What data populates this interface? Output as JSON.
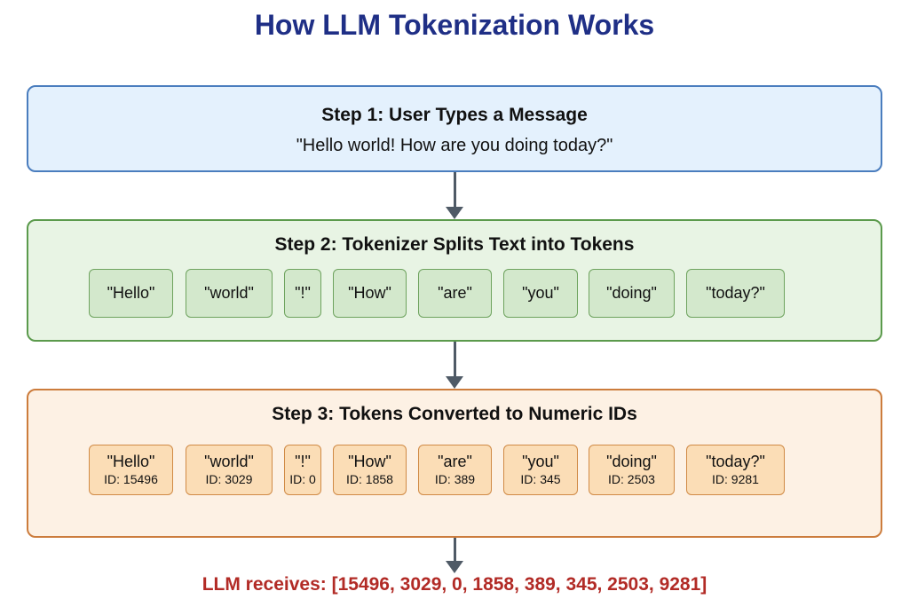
{
  "title": "How LLM Tokenization Works",
  "step1": {
    "title": "Step 1: User Types a Message",
    "message": "\"Hello world! How are you doing today?\""
  },
  "step2": {
    "title": "Step 2: Tokenizer Splits Text into Tokens",
    "tokens": [
      "\"Hello\"",
      "\"world\"",
      "\"!\"",
      "\"How\"",
      "\"are\"",
      "\"you\"",
      "\"doing\"",
      "\"today?\""
    ]
  },
  "step3": {
    "title": "Step 3: Tokens Converted to Numeric IDs",
    "tokens": [
      {
        "text": "\"Hello\"",
        "id": "ID: 15496"
      },
      {
        "text": "\"world\"",
        "id": "ID: 3029"
      },
      {
        "text": "\"!\"",
        "id": "ID: 0"
      },
      {
        "text": "\"How\"",
        "id": "ID: 1858"
      },
      {
        "text": "\"are\"",
        "id": "ID: 389"
      },
      {
        "text": "\"you\"",
        "id": "ID: 345"
      },
      {
        "text": "\"doing\"",
        "id": "ID: 2503"
      },
      {
        "text": "\"today?\"",
        "id": "ID: 9281"
      }
    ]
  },
  "result": "LLM receives: [15496, 3029, 0, 1858, 389, 345, 2503, 9281]",
  "colors": {
    "title": "#1f2f86",
    "step1_fill": "#e4f1fd",
    "step1_border": "#4a7dbe",
    "step2_fill": "#e8f4e4",
    "step2_border": "#5b9a4c",
    "step3_fill": "#fdf1e4",
    "step3_border": "#cc7c3c",
    "arrow": "#4f5a66",
    "result": "#b22b26"
  }
}
